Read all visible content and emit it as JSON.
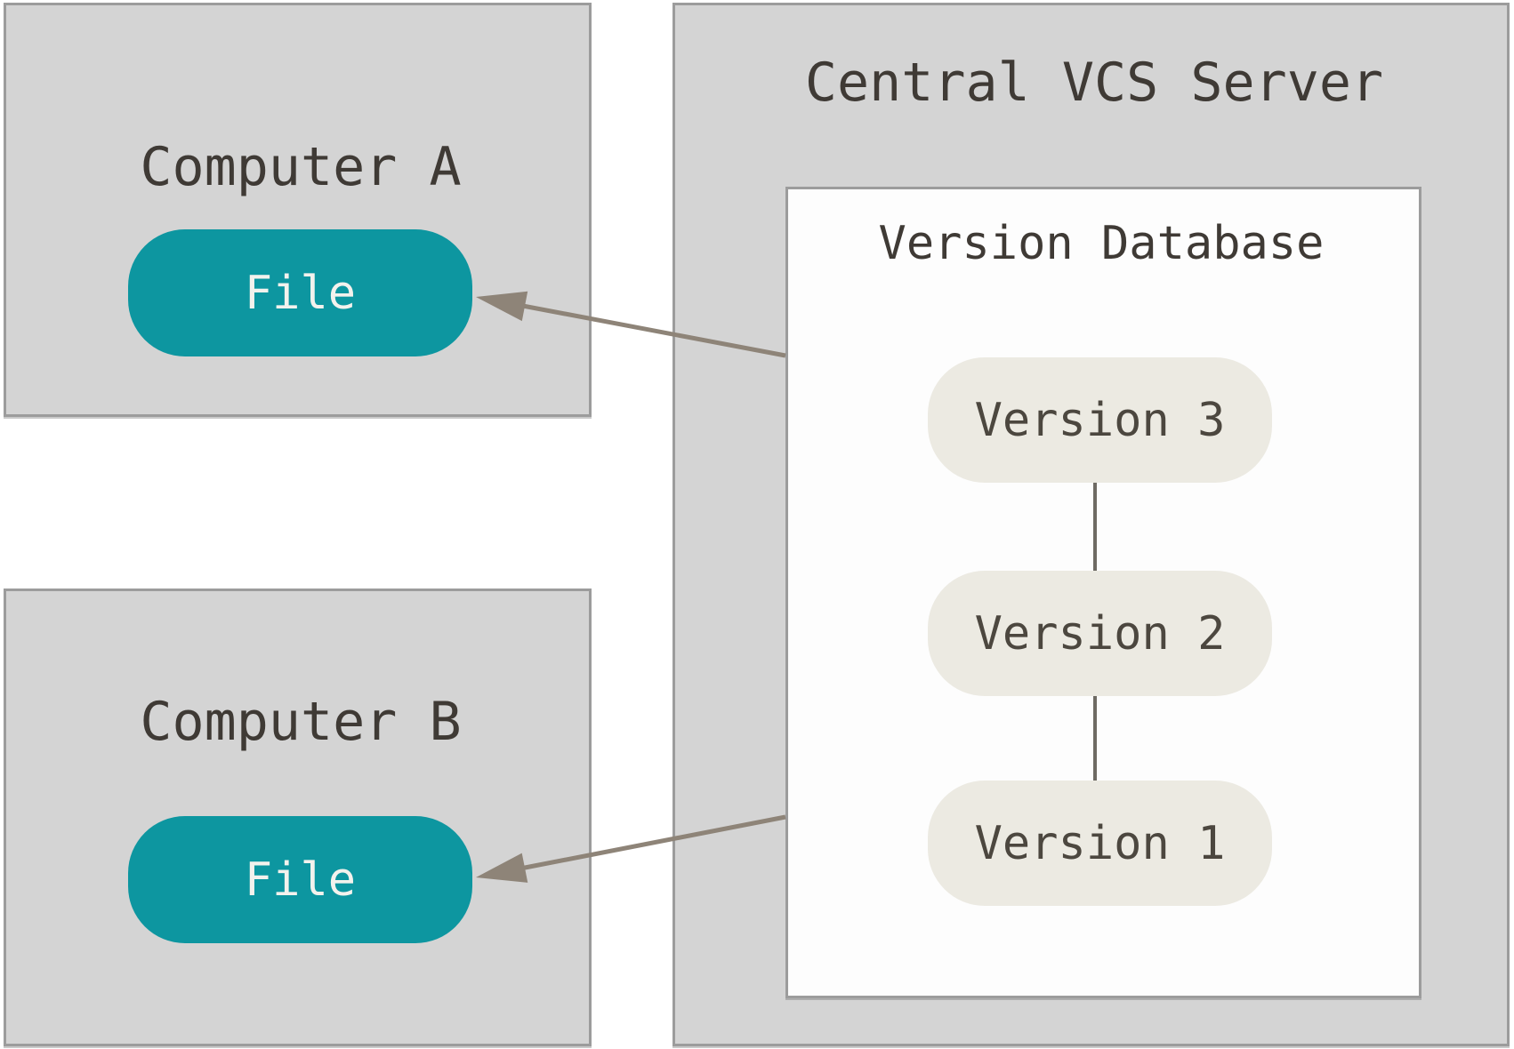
{
  "diagram": {
    "computer_a": {
      "title": "Computer A",
      "file_label": "File"
    },
    "computer_b": {
      "title": "Computer B",
      "file_label": "File"
    },
    "central_server": {
      "title": "Central VCS Server",
      "version_database": {
        "title": "Version Database",
        "versions": [
          "Version 3",
          "Version 2",
          "Version 1"
        ]
      }
    },
    "edges": [
      {
        "from": "version-database",
        "to": "computer-a-file",
        "style": "arrow"
      },
      {
        "from": "version-database",
        "to": "computer-b-file",
        "style": "arrow"
      },
      {
        "from": "version-3",
        "to": "version-2",
        "style": "line"
      },
      {
        "from": "version-2",
        "to": "version-1",
        "style": "line"
      }
    ]
  },
  "colors": {
    "background": "#ffffff",
    "box_fill": "#d4d4d4",
    "box_border": "#9c9c9c",
    "db_fill": "#fdfdfd",
    "teal_node": "#0d96a0",
    "teal_text": "#f3f2ed",
    "version_node_fill": "#eceae2",
    "title_text": "#3f3a35",
    "version_text": "#4c473f",
    "connector": "#6e6a63",
    "arrow": "#8e8478"
  }
}
